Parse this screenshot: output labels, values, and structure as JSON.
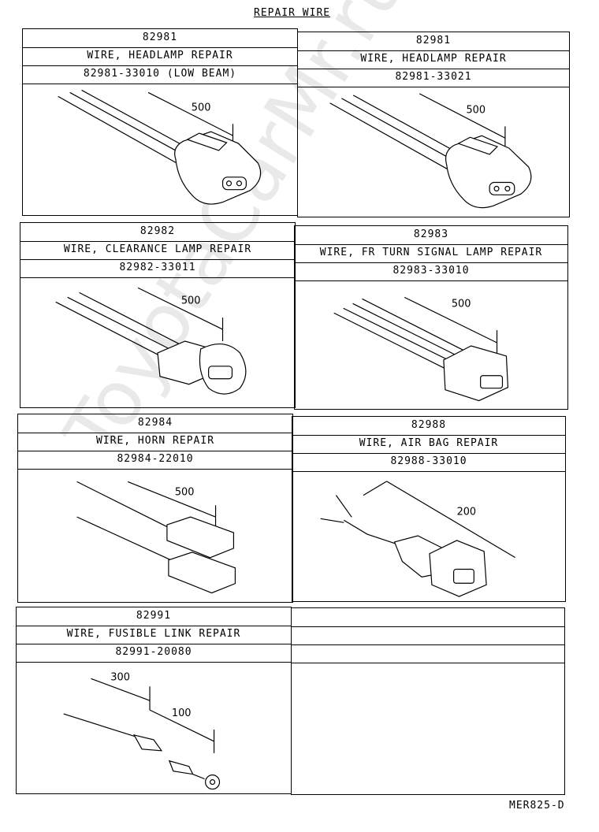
{
  "title": "REPAIR WIRE",
  "watermark": "ToyotaCarMr.ru",
  "cells": [
    {
      "code": "82981",
      "name": "WIRE, HEADLAMP REPAIR",
      "part": "82981-33010 (LOW BEAM)",
      "dim": "500"
    },
    {
      "code": "82981",
      "name": "WIRE, HEADLAMP REPAIR",
      "part": "82981-33021",
      "dim": "500"
    },
    {
      "code": "82982",
      "name": "WIRE, CLEARANCE LAMP REPAIR",
      "part": "82982-33011",
      "dim": "500"
    },
    {
      "code": "82983",
      "name": "WIRE, FR TURN SIGNAL LAMP REPAIR",
      "part": "82983-33010",
      "dim": "500"
    },
    {
      "code": "82984",
      "name": "WIRE, HORN REPAIR",
      "part": "82984-22010",
      "dim": "500"
    },
    {
      "code": "82988",
      "name": "WIRE, AIR BAG REPAIR",
      "part": "82988-33010",
      "dim": "200"
    },
    {
      "code": "82991",
      "name": "WIRE, FUSIBLE LINK REPAIR",
      "part": "82991-20080",
      "dim": "300",
      "dim2": "100"
    },
    {
      "code": "",
      "name": "",
      "part": "",
      "dim": ""
    }
  ],
  "footer": "MER825-D"
}
